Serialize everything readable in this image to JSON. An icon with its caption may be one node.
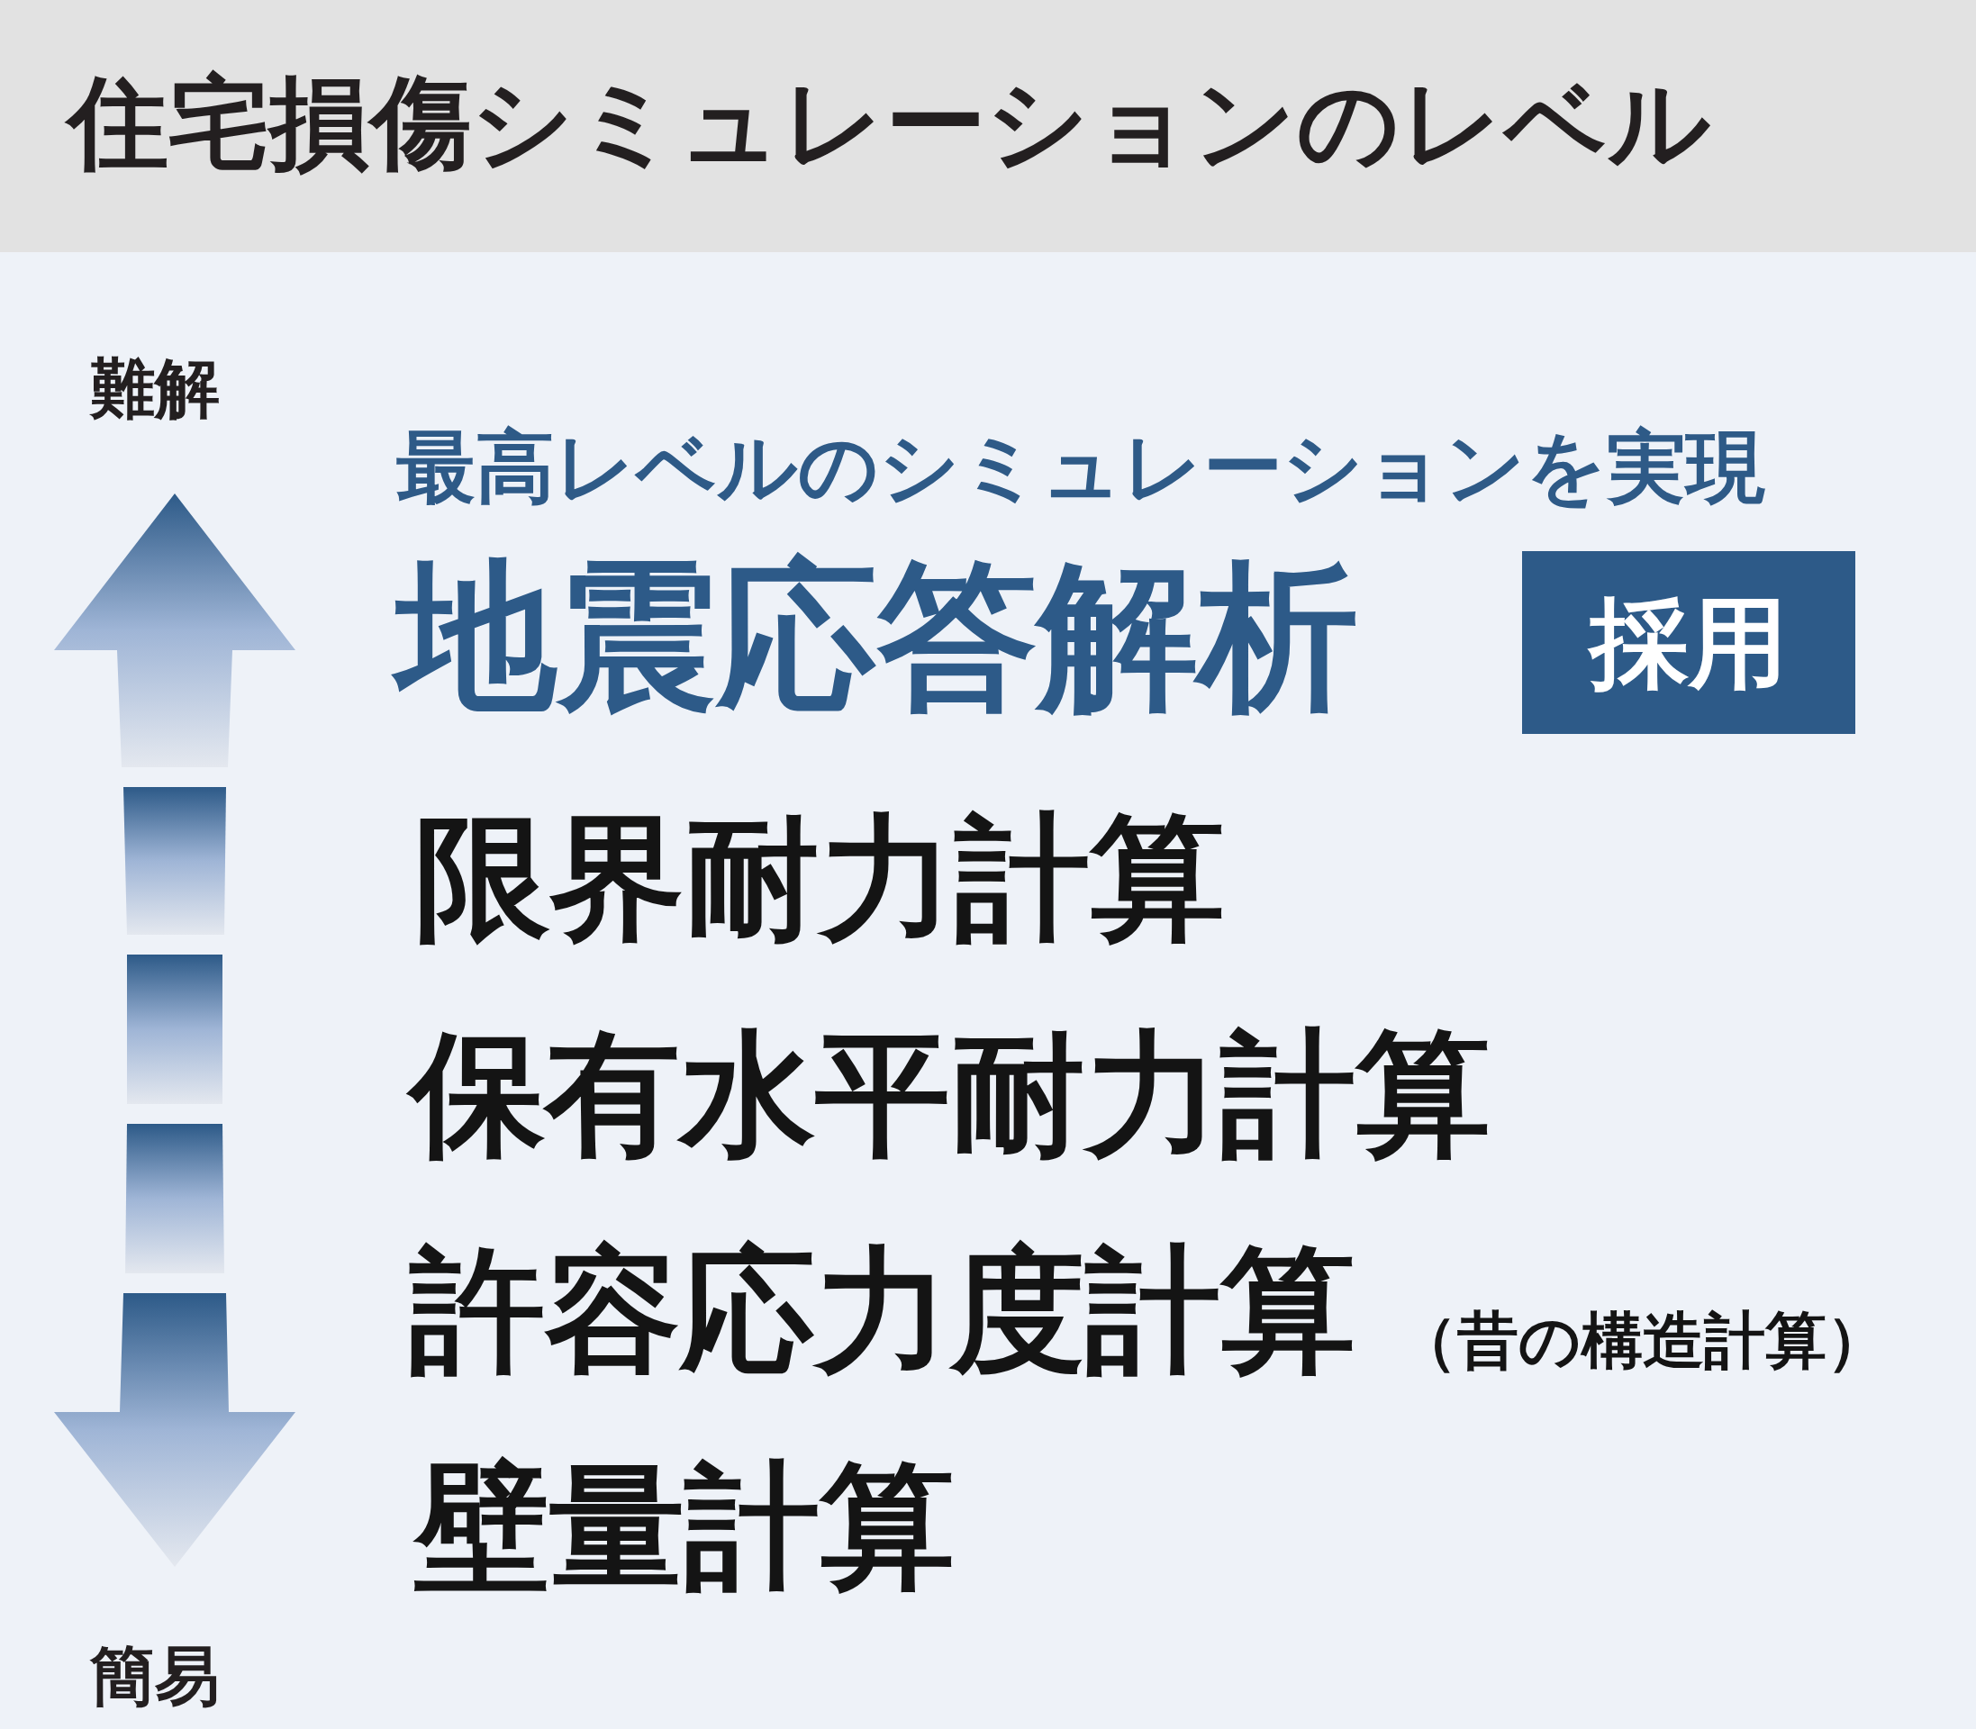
{
  "diagram": {
    "title": "住宅損傷シミュレーションのレベル",
    "nodes": [
      {
        "text": [
          "採用"
        ]
      }
    ],
    "edges": [],
    "labels": [
      "難解",
      "最高レベルのシミュレーションを実現",
      "地震応答解析",
      "限界耐力計算",
      "保有水平耐力計算",
      "許容応力度計算",
      "（昔の構造計算）",
      "壁量計算",
      "簡易"
    ]
  }
}
